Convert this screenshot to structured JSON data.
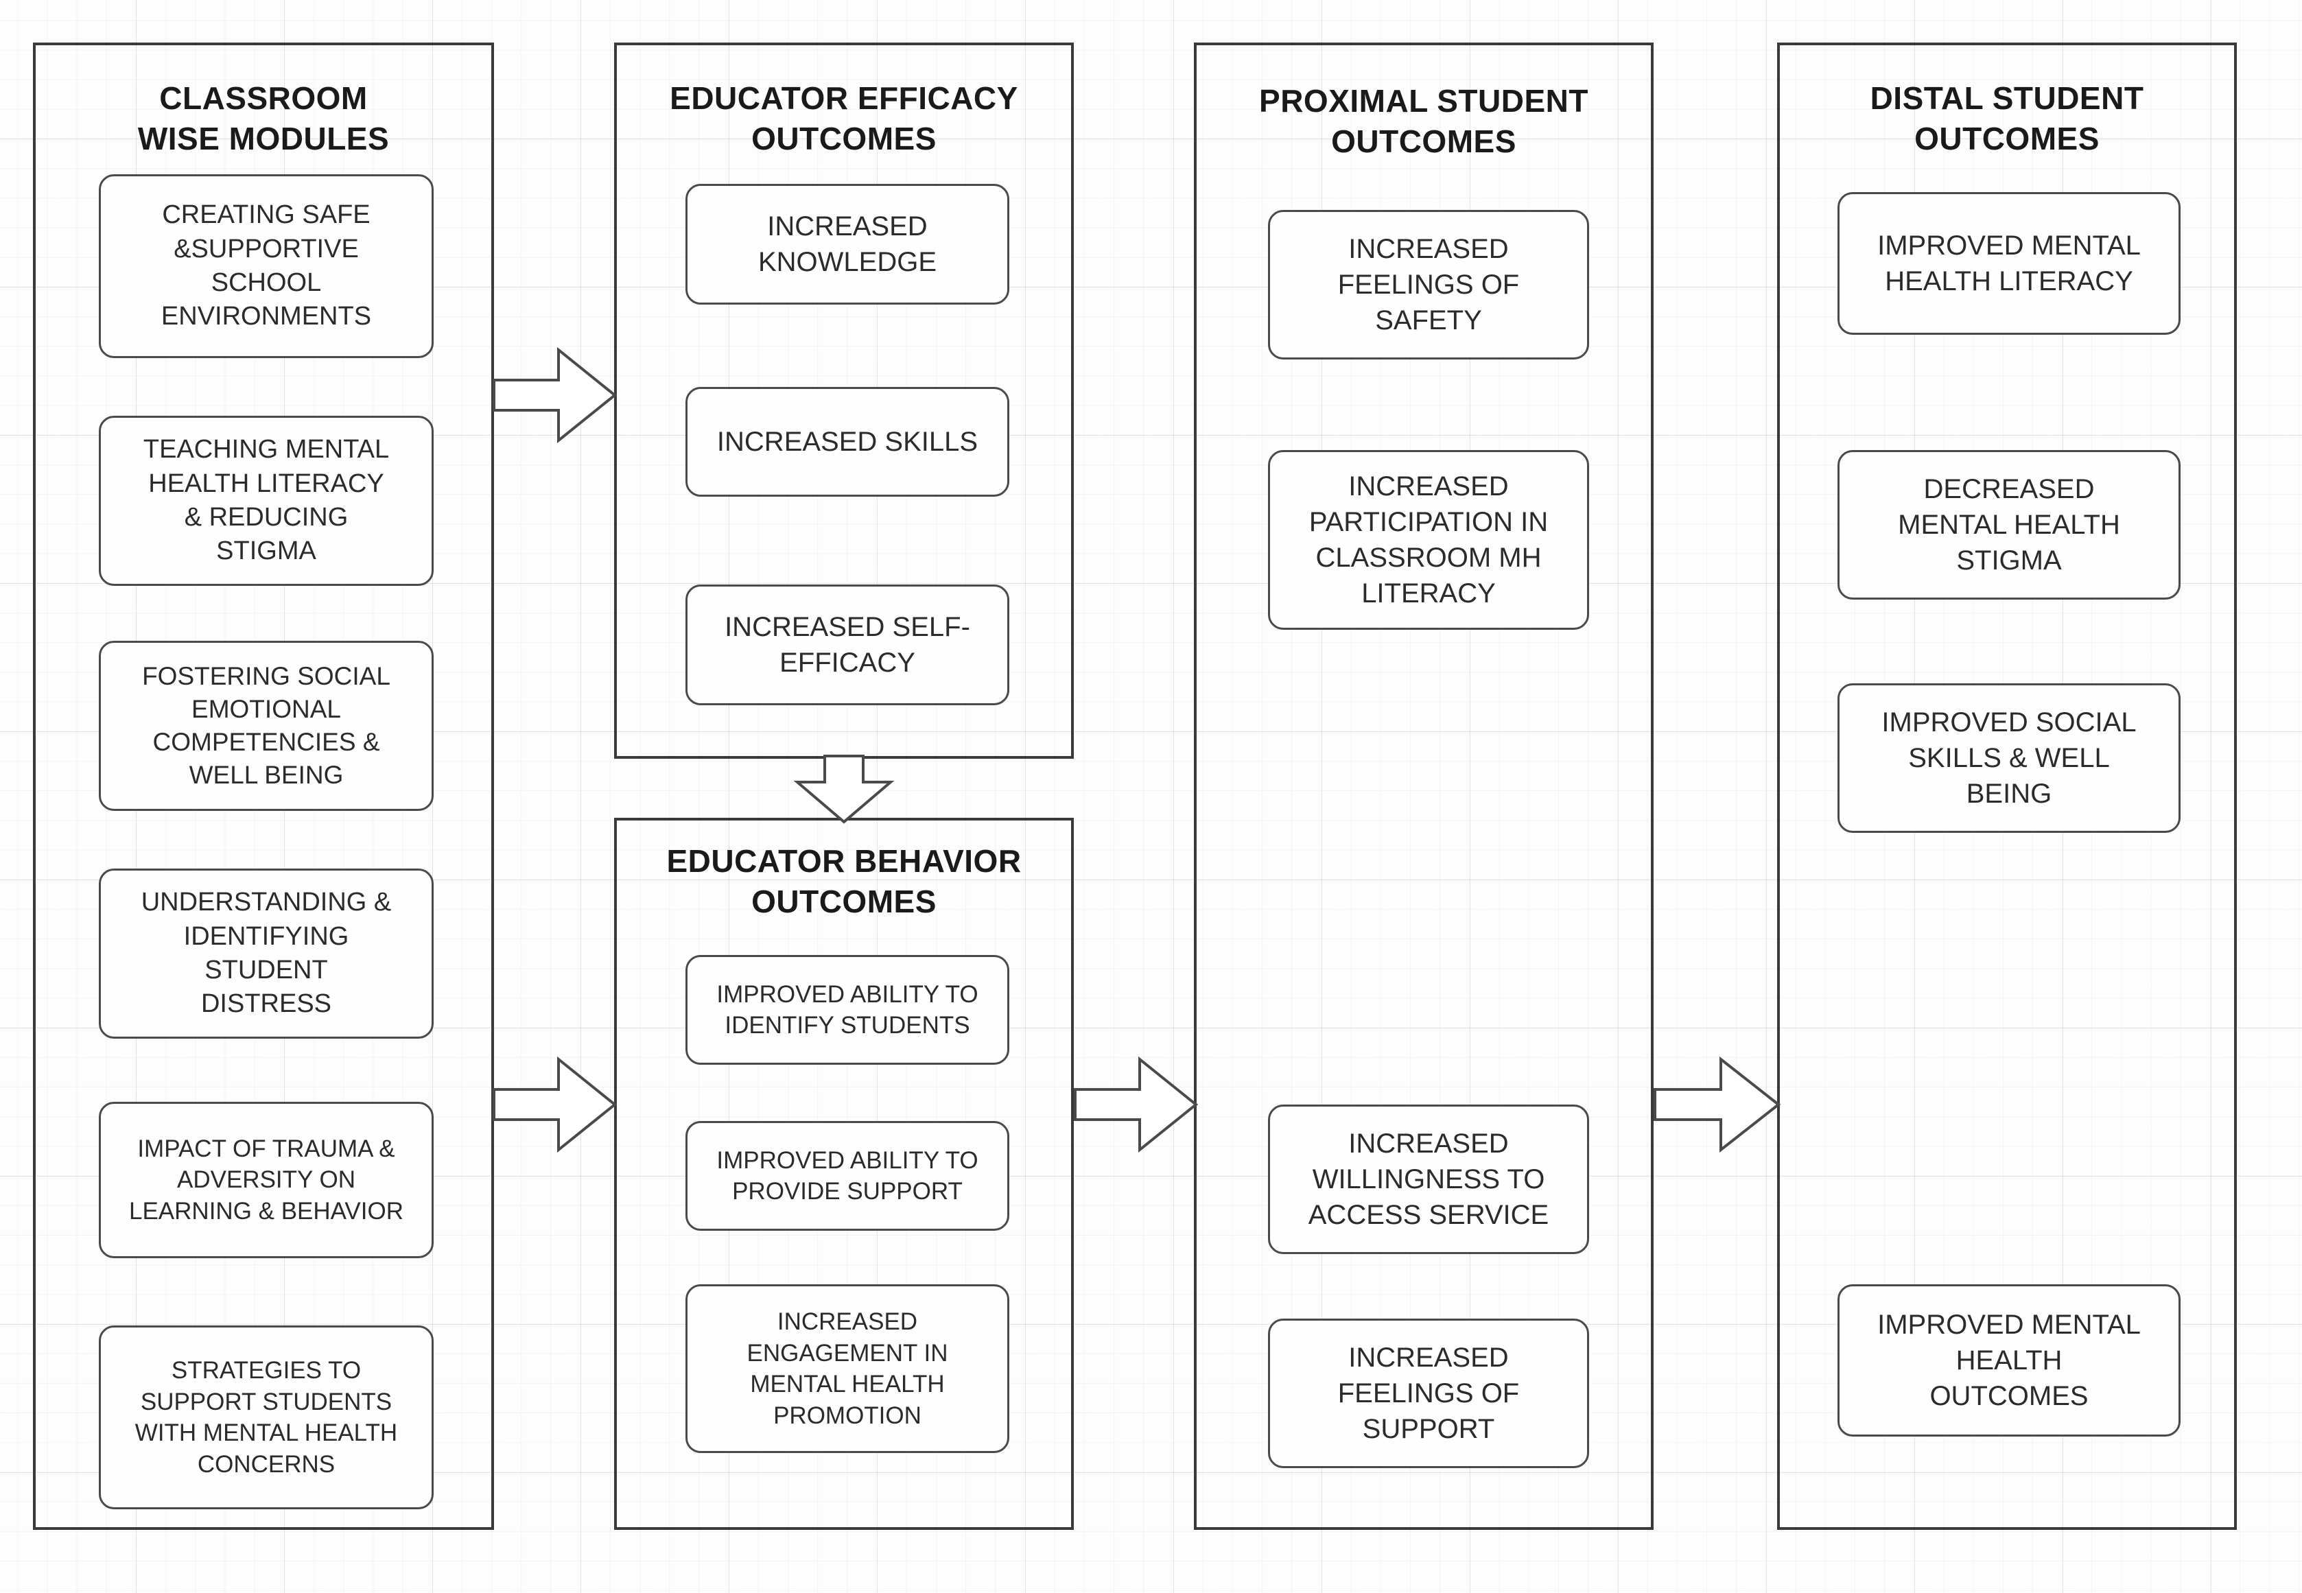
{
  "diagram": {
    "type": "logic-model-flow",
    "columns": [
      {
        "id": "classroom-wise-modules",
        "title": "CLASSROOM\nWISE MODULES",
        "nodes": [
          "CREATING SAFE\n&SUPPORTIVE\nSCHOOL\nENVIRONMENTS",
          "TEACHING MENTAL\nHEALTH LITERACY\n& REDUCING\nSTIGMA",
          "FOSTERING SOCIAL\nEMOTIONAL\nCOMPETENCIES &\nWELL BEING",
          "UNDERSTANDING &\nIDENTIFYING\nSTUDENT\nDISTRESS",
          "IMPACT OF TRAUMA &\nADVERSITY ON\nLEARNING & BEHAVIOR",
          "STRATEGIES TO\nSUPPORT STUDENTS\nWITH MENTAL HEALTH\nCONCERNS"
        ]
      },
      {
        "id": "educator-efficacy-outcomes",
        "title": "EDUCATOR EFFICACY\nOUTCOMES",
        "nodes": [
          "INCREASED\nKNOWLEDGE",
          "INCREASED SKILLS",
          "INCREASED SELF-\nEFFICACY"
        ]
      },
      {
        "id": "educator-behavior-outcomes",
        "title": "EDUCATOR BEHAVIOR\nOUTCOMES",
        "nodes": [
          "IMPROVED ABILITY TO\nIDENTIFY STUDENTS",
          "IMPROVED ABILITY TO\nPROVIDE SUPPORT",
          "INCREASED\nENGAGEMENT IN\nMENTAL HEALTH\nPROMOTION"
        ]
      },
      {
        "id": "proximal-student-outcomes",
        "title": "PROXIMAL STUDENT\nOUTCOMES",
        "nodes": [
          "INCREASED\nFEELINGS OF\nSAFETY",
          "INCREASED\nPARTICIPATION IN\nCLASSROOM MH\nLITERACY",
          "INCREASED\nWILLINGNESS TO\nACCESS SERVICE",
          "INCREASED\nFEELINGS OF\nSUPPORT"
        ]
      },
      {
        "id": "distal-student-outcomes",
        "title": "DISTAL STUDENT\nOUTCOMES",
        "nodes": [
          "IMPROVED MENTAL\nHEALTH LITERACY",
          "DECREASED\nMENTAL HEALTH\nSTIGMA",
          "IMPROVED SOCIAL\nSKILLS & WELL\nBEING",
          "IMPROVED MENTAL\nHEALTH\nOUTCOMES"
        ]
      }
    ],
    "connectors": [
      {
        "id": "modules-to-efficacy",
        "direction": "right"
      },
      {
        "id": "efficacy-to-behavior",
        "direction": "down"
      },
      {
        "id": "modules-to-behavior",
        "direction": "right"
      },
      {
        "id": "behavior-to-proximal",
        "direction": "right"
      },
      {
        "id": "proximal-to-distal",
        "direction": "right"
      }
    ],
    "colors": {
      "panel_border": "#3a3a3a",
      "node_border": "#4a4a4a",
      "node_fill": "#fefefe",
      "text": "#2b2b2b",
      "title_text": "#1a1a1a",
      "background": "#fdfdfd",
      "grid_line": "#8c96a0"
    }
  }
}
